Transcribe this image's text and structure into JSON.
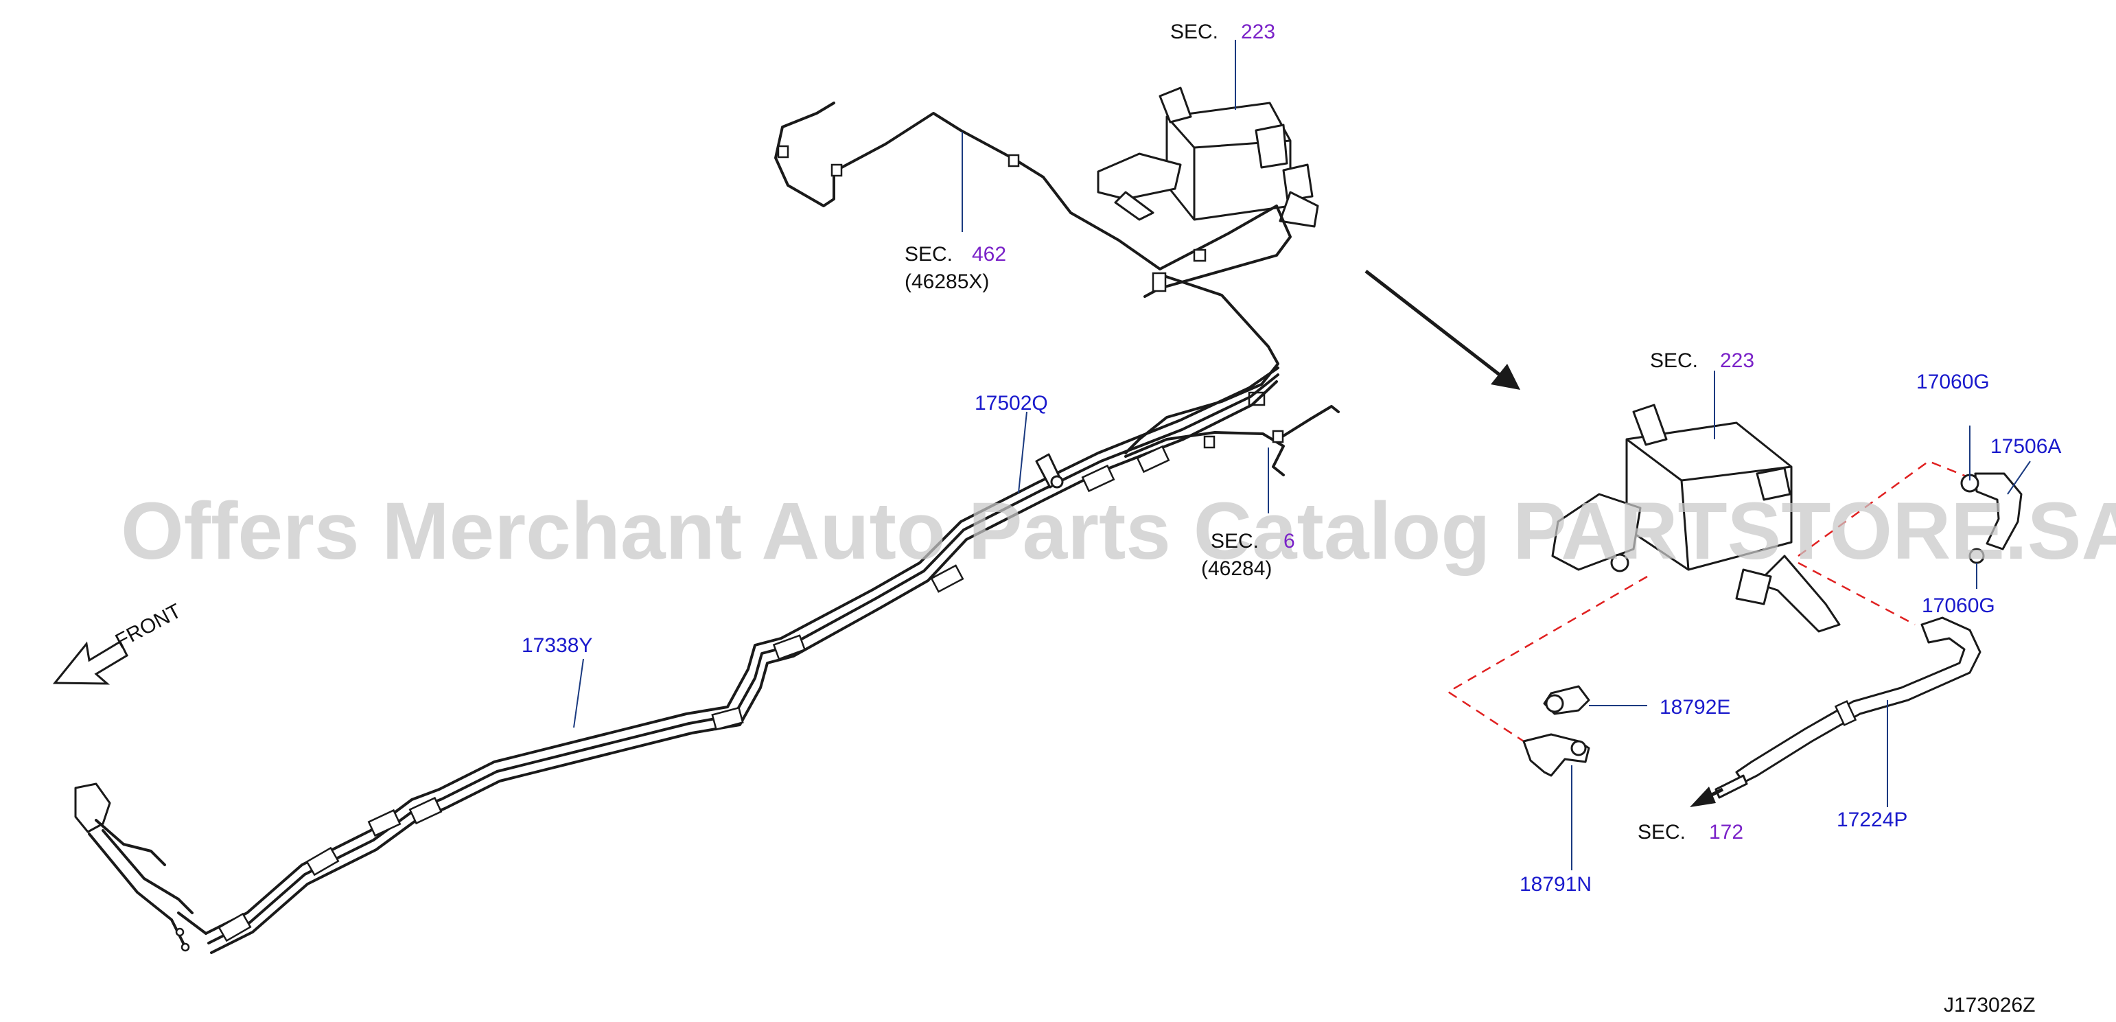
{
  "diagram_id": "J173026Z",
  "watermark": "Offers Merchant Auto Parts Catalog PARTSTORE.SA",
  "direction": {
    "label": "FRONT"
  },
  "sections": {
    "sec_223_top": {
      "prefix": "SEC.",
      "code": "223"
    },
    "sec_462": {
      "prefix": "SEC.",
      "code": "462",
      "sub": "(46285X)"
    },
    "sec_462b": {
      "prefix": "SEC.",
      "code": "6",
      "sub": "(46284)"
    },
    "sec_223_right": {
      "prefix": "SEC.",
      "code": "223"
    },
    "sec_172": {
      "prefix": "SEC.",
      "code": "172"
    }
  },
  "parts": {
    "p17502Q": "17502Q",
    "p17338Y": "17338Y",
    "p17060G_top": "17060G",
    "p17506A": "17506A",
    "p17060G_bottom": "17060G",
    "p18792E": "18792E",
    "p18791N": "18791N",
    "p17224P": "17224P"
  },
  "colors": {
    "part_number": "#1a1acc",
    "section_code": "#7a22c8",
    "dashed_boundary": "#e02020",
    "watermark": "#c8c8c8"
  }
}
